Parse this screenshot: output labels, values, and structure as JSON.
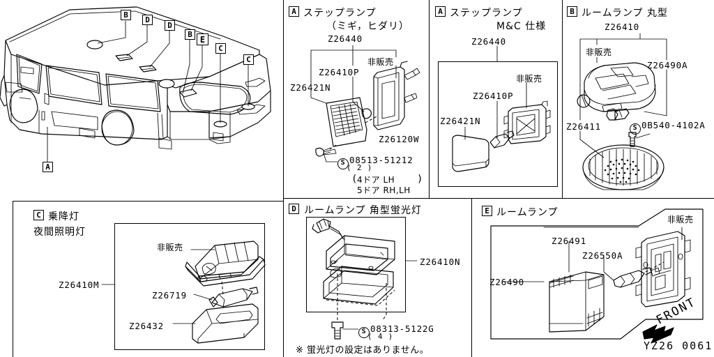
{
  "drawing": {
    "number": "YZ26 0061",
    "front_arrow_label": "FRONT"
  },
  "vehicle_panel": {
    "callouts": [
      "B",
      "D",
      "D",
      "B",
      "E",
      "C",
      "C",
      "A"
    ]
  },
  "panels": [
    {
      "key": "A1",
      "badge": "A",
      "title_line1": "ステップランプ",
      "title_line2": "（ミギ，ヒダリ）",
      "top_part": "Z26440",
      "parts": [
        "Z26421N",
        "Z26410P",
        "Z26120W"
      ],
      "not_for_sale": "非販売",
      "fastener": "08513-51212",
      "fastener_qty": "( 2 )",
      "note_line1": "4ドア LH",
      "note_line2": "5ドア RH,LH"
    },
    {
      "key": "A2",
      "badge": "A",
      "title_line1": "ステップランプ",
      "title_line2": "M&C 仕様",
      "top_part": "Z26440",
      "parts": [
        "Z26421N",
        "Z26410P"
      ],
      "not_for_sale": "非販売"
    },
    {
      "key": "B",
      "badge": "B",
      "title_line1": "ルームランプ 丸型",
      "top_part": "Z26410",
      "parts": [
        "Z26411",
        "Z26490A"
      ],
      "not_for_sale": "非販売",
      "fastener": "0B540-4102A"
    },
    {
      "key": "C",
      "badge": "C",
      "title_line1": "乗降灯",
      "title_line2": "夜間照明灯",
      "top_part": "Z26410M",
      "parts": [
        "Z26719",
        "Z26432"
      ],
      "not_for_sale": "非販売"
    },
    {
      "key": "D",
      "badge": "D",
      "title_line1": "ルームランプ 角型蛍光灯",
      "top_part": "Z26410N",
      "fastener": "08313-5122G",
      "fastener_qty": "( 4 )",
      "footnote": "※ 蛍光灯の設定はありません。"
    },
    {
      "key": "E",
      "badge": "E",
      "title_line1": "ルームランプ",
      "top_part": "Z26490",
      "parts": [
        "Z26491",
        "Z26550A"
      ],
      "not_for_sale": "非販売"
    }
  ]
}
